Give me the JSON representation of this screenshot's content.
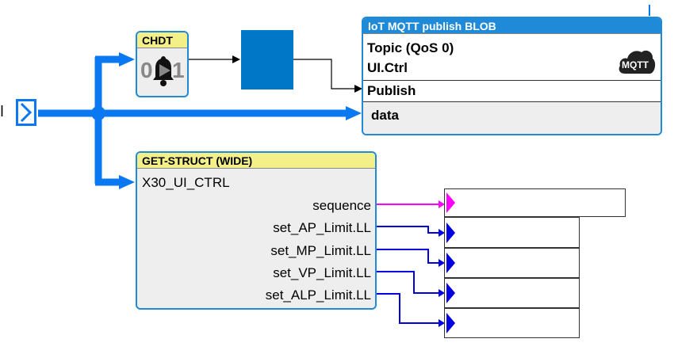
{
  "input_label": "rl",
  "chdt": {
    "title": "CHDT",
    "left_digit": "0",
    "right_digit": "1"
  },
  "mqtt": {
    "title": "IoT MQTT publish BLOB",
    "topic": "Topic (QoS 0)",
    "topic_value": "UI.Ctrl",
    "publish": "Publish",
    "data": "data",
    "badge": "MQTT"
  },
  "get_struct": {
    "title": "GET-STRUCT (WIDE)",
    "struct_name": "X30_UI_CTRL",
    "outputs": [
      "sequence",
      "set_AP_Limit.LL",
      "set_MP_Limit.LL",
      "set_VP_Limit.LL",
      "set_ALP_Limit.LL"
    ]
  },
  "colors": {
    "bus": "#0a78f0",
    "block_border": "#1f8bd8",
    "header_yellow": "#f3f08a",
    "header_blue": "#1f8bd8",
    "solid_block": "#0078c8",
    "wire_blue": "#0000e0",
    "wire_magenta": "#ff00ff"
  }
}
